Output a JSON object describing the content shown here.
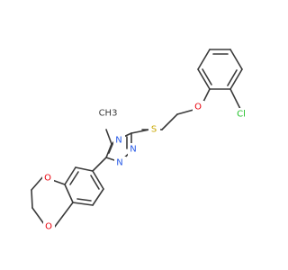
{
  "colors": {
    "background": "#ffffff",
    "bond": "#3a3a3a",
    "carbon_label": "#3a3a3a",
    "oxygen": "#e8000b",
    "nitrogen": "#2457e6",
    "sulfur": "#c9a800",
    "chlorine": "#22c02a"
  },
  "atoms": {
    "cl": "Cl",
    "o_ether": "O",
    "s": "S",
    "n4": "N",
    "methyl": "CH3",
    "n_upper": "N",
    "n_lower": "N",
    "o_ring_upper": "O",
    "o_ring_lower": "O"
  }
}
